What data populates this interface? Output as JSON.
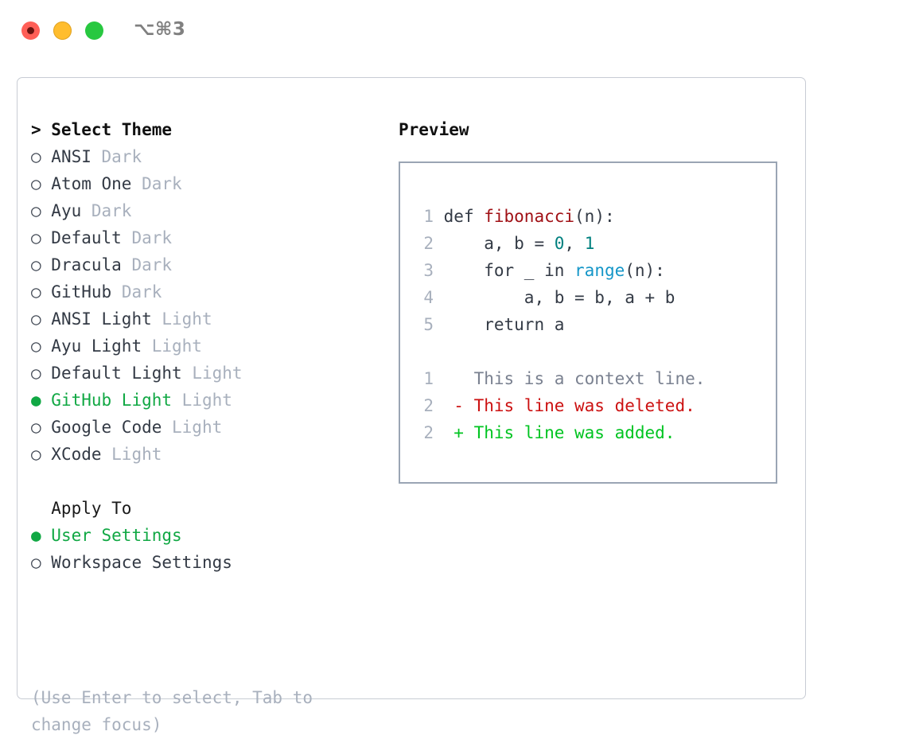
{
  "titlebar": {
    "shortcut": "⌥⌘3",
    "buttons": [
      {
        "name": "close",
        "color": "#ff5f57"
      },
      {
        "name": "minimize",
        "color": "#ffbd2e"
      },
      {
        "name": "maximize",
        "color": "#28c840"
      }
    ]
  },
  "theme_section": {
    "header": "> Select Theme",
    "items": [
      {
        "marker": "○",
        "name": "ANSI",
        "tag": "Dark",
        "selected": false
      },
      {
        "marker": "○",
        "name": "Atom One",
        "tag": "Dark",
        "selected": false
      },
      {
        "marker": "○",
        "name": "Ayu",
        "tag": "Dark",
        "selected": false
      },
      {
        "marker": "○",
        "name": "Default",
        "tag": "Dark",
        "selected": false
      },
      {
        "marker": "○",
        "name": "Dracula",
        "tag": "Dark",
        "selected": false
      },
      {
        "marker": "○",
        "name": "GitHub",
        "tag": "Dark",
        "selected": false
      },
      {
        "marker": "○",
        "name": "ANSI Light",
        "tag": "Light",
        "selected": false
      },
      {
        "marker": "○",
        "name": "Ayu Light",
        "tag": "Light",
        "selected": false
      },
      {
        "marker": "○",
        "name": "Default Light",
        "tag": "Light",
        "selected": false
      },
      {
        "marker": "●",
        "name": "GitHub Light",
        "tag": "Light",
        "selected": true
      },
      {
        "marker": "○",
        "name": "Google Code",
        "tag": "Light",
        "selected": false
      },
      {
        "marker": "○",
        "name": "XCode",
        "tag": "Light",
        "selected": false
      }
    ]
  },
  "apply_section": {
    "header": "  Apply To",
    "items": [
      {
        "marker": "●",
        "name": "User Settings",
        "selected": true
      },
      {
        "marker": "○",
        "name": "Workspace Settings",
        "selected": false
      }
    ]
  },
  "help": {
    "line1": "(Use Enter to select, Tab to",
    "line2": "change focus)"
  },
  "preview": {
    "header": "Preview",
    "code_lines": [
      {
        "ln": "1",
        "tokens": [
          {
            "t": "def ",
            "c": "kw"
          },
          {
            "t": "fibonacci",
            "c": "fn"
          },
          {
            "t": "(n):",
            "c": "pl"
          }
        ]
      },
      {
        "ln": "2",
        "tokens": [
          {
            "t": "    a, b = ",
            "c": "pl"
          },
          {
            "t": "0",
            "c": "num"
          },
          {
            "t": ", ",
            "c": "pl"
          },
          {
            "t": "1",
            "c": "num"
          }
        ]
      },
      {
        "ln": "3",
        "tokens": [
          {
            "t": "    for _ in ",
            "c": "kw"
          },
          {
            "t": "range",
            "c": "bi"
          },
          {
            "t": "(n):",
            "c": "pl"
          }
        ]
      },
      {
        "ln": "4",
        "tokens": [
          {
            "t": "        a, b = b, a + b",
            "c": "pl"
          }
        ]
      },
      {
        "ln": "5",
        "tokens": [
          {
            "t": "    return a",
            "c": "kw"
          }
        ]
      },
      {
        "ln": "",
        "tokens": [
          {
            "t": "",
            "c": "pl"
          }
        ]
      },
      {
        "ln": "1",
        "tokens": [
          {
            "t": "   This is a context line.",
            "c": "diff-ctx"
          }
        ]
      },
      {
        "ln": "2",
        "tokens": [
          {
            "t": " - This line was deleted.",
            "c": "diff-del"
          }
        ]
      },
      {
        "ln": "2",
        "tokens": [
          {
            "t": " + This line was added.",
            "c": "diff-add"
          }
        ]
      }
    ]
  },
  "colors": {
    "accent_green": "#11a844",
    "muted": "#a8b0bd",
    "text": "#333a45",
    "border": "#9aa5b4",
    "diff_add": "#00c421",
    "diff_del": "#cc1111"
  }
}
